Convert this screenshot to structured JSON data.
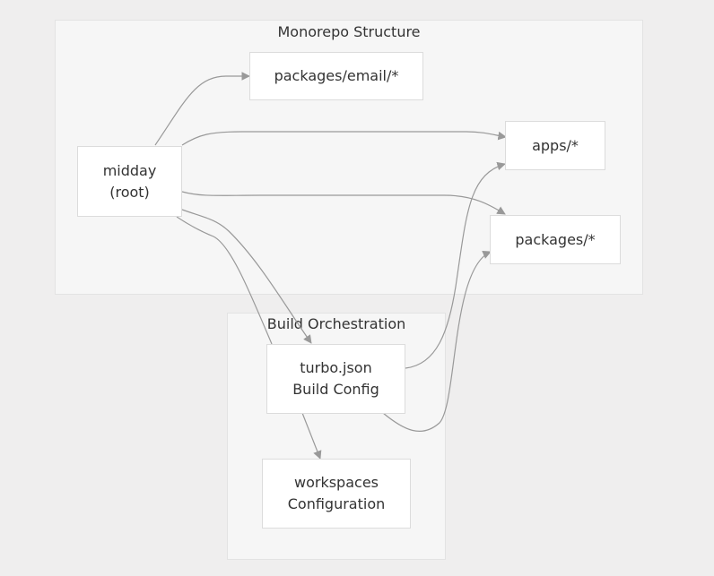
{
  "clusters": {
    "monorepo": {
      "title": "Monorepo Structure"
    },
    "build": {
      "title": "Build Orchestration"
    }
  },
  "nodes": {
    "root": {
      "line1": "midday",
      "line2": "(root)"
    },
    "email": {
      "line1": "packages/email/*"
    },
    "apps": {
      "line1": "apps/*"
    },
    "packages": {
      "line1": "packages/*"
    },
    "turbo": {
      "line1": "turbo.json",
      "line2": "Build Config"
    },
    "workspaces": {
      "line1": "workspaces",
      "line2": "Configuration"
    }
  },
  "colors": {
    "background": "#efeeee",
    "cluster_fill": "#f6f6f6",
    "node_fill": "#ffffff",
    "edge": "#999999",
    "text": "#333333"
  }
}
